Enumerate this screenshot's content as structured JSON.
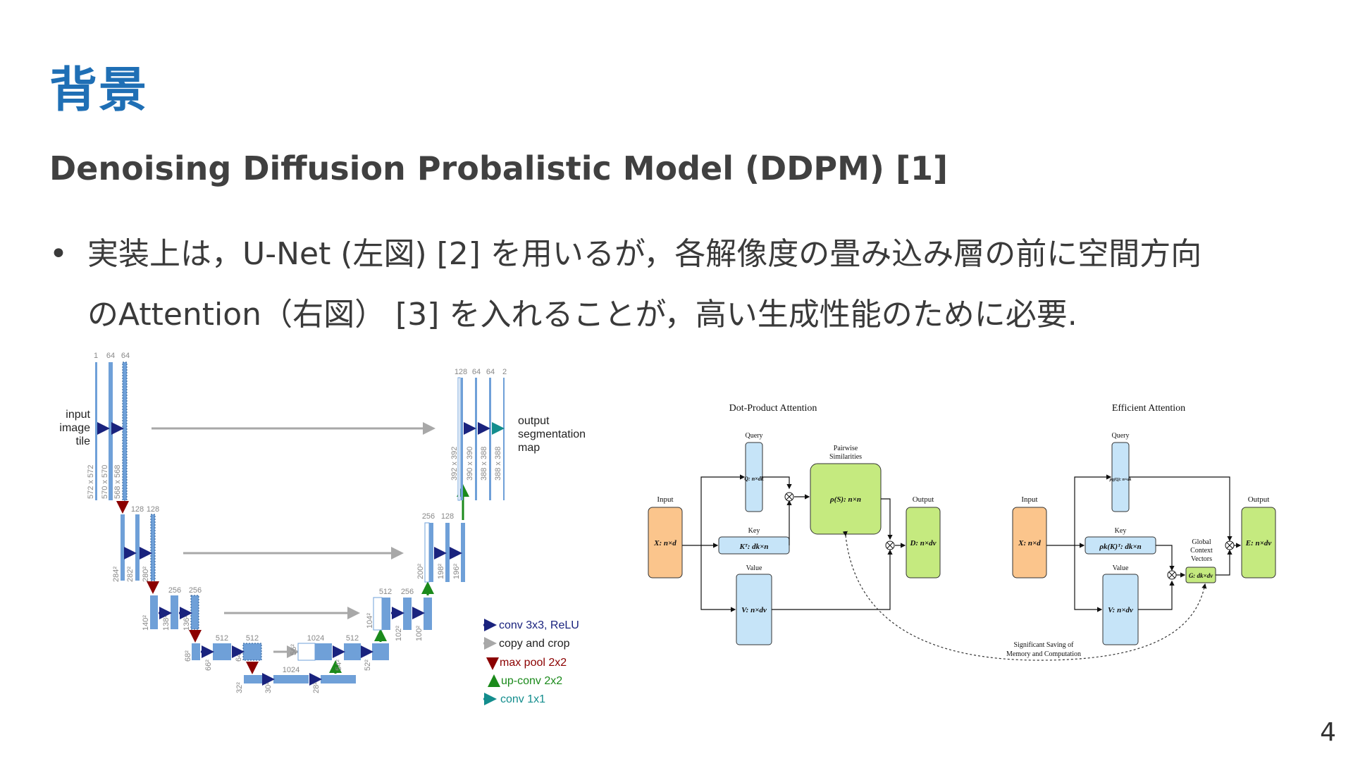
{
  "slide": {
    "title": "背景",
    "subtitle": "Denoising Diffusion Probalistic Model (DDPM) [1]",
    "bullet": "•",
    "body_line1": "実装上は，U-Net (左図) [2] を用いるが，各解像度の畳み込み層の前に空間方向",
    "body_line2": "のAttention（右図） [3] を入れることが，高い生成性能のために必要.",
    "page_number": "4"
  },
  "unet": {
    "input_label": [
      "input",
      "image",
      "tile"
    ],
    "output_label": [
      "output",
      "segmentation",
      "map"
    ],
    "channels": {
      "l1": [
        "1",
        "64",
        "64"
      ],
      "l2": [
        "128",
        "128"
      ],
      "l3": [
        "256",
        "256"
      ],
      "l4": [
        "512",
        "512"
      ],
      "l5": [
        "1024",
        "1024"
      ],
      "u4": [
        "1024",
        "512"
      ],
      "u3": [
        "512",
        "256"
      ],
      "u2": [
        "256",
        "128"
      ],
      "u1": [
        "128",
        "64",
        "64",
        "2"
      ]
    },
    "sizes": {
      "l1": [
        "572 x 572",
        "570 x 570",
        "568 x 568"
      ],
      "l2": [
        "284²",
        "282²",
        "280²"
      ],
      "l3": [
        "140²",
        "138²",
        "136²"
      ],
      "l4": [
        "68²",
        "66²",
        "64²"
      ],
      "l5": [
        "32²",
        "30²",
        "28²"
      ],
      "u4": [
        "56²",
        "54²",
        "52²"
      ],
      "u3": [
        "104²",
        "102²",
        "100²"
      ],
      "u2": [
        "200²",
        "198²",
        "196²"
      ],
      "u1": [
        "392 x 392",
        "390 x 390",
        "388 x 388",
        "388 x 388"
      ]
    },
    "legend": [
      {
        "label": "conv 3x3, ReLU",
        "color": "#1a237e",
        "icon": "arrow-right-icon"
      },
      {
        "label": "copy and crop",
        "color": "#a8a8a8",
        "icon": "arrow-right-icon"
      },
      {
        "label": "max pool 2x2",
        "color": "#8b0000",
        "icon": "arrow-down-icon"
      },
      {
        "label": "up-conv 2x2",
        "color": "#1b8a1b",
        "icon": "arrow-up-icon"
      },
      {
        "label": "conv 1x1",
        "color": "#138d8d",
        "icon": "arrow-right-icon"
      }
    ]
  },
  "attention": {
    "dot_title": "Dot-Product Attention",
    "eff_title": "Efficient Attention",
    "input": "Input",
    "output": "Output",
    "query": "Query",
    "key": "Key",
    "value": "Value",
    "dot_x": "X: n×d",
    "dot_q": "Q: n×dk",
    "dot_k": "Kᵀ: dk×n",
    "dot_v": "V: n×dv",
    "pairwise": [
      "Pairwise",
      "Similarities"
    ],
    "rho_s": "ρ(S): n×n",
    "dot_out": "D: n×dv",
    "eff_x": "X: n×d",
    "eff_q": "ρq(Q): n×dk",
    "eff_k": "ρk(K)ᵀ: dk×n",
    "eff_v": "V: n×dv",
    "global_ctx": [
      "Global",
      "Context",
      "Vectors"
    ],
    "g_box": "G: dk×dv",
    "eff_out": "E: n×dv",
    "saving": [
      "Significant Saving of",
      "Memory and Computation"
    ],
    "colors": {
      "input": "#fbc58c",
      "qkv": "#c6e4f8",
      "sim": "#c5ea7f",
      "output": "#c5ea7f"
    }
  }
}
